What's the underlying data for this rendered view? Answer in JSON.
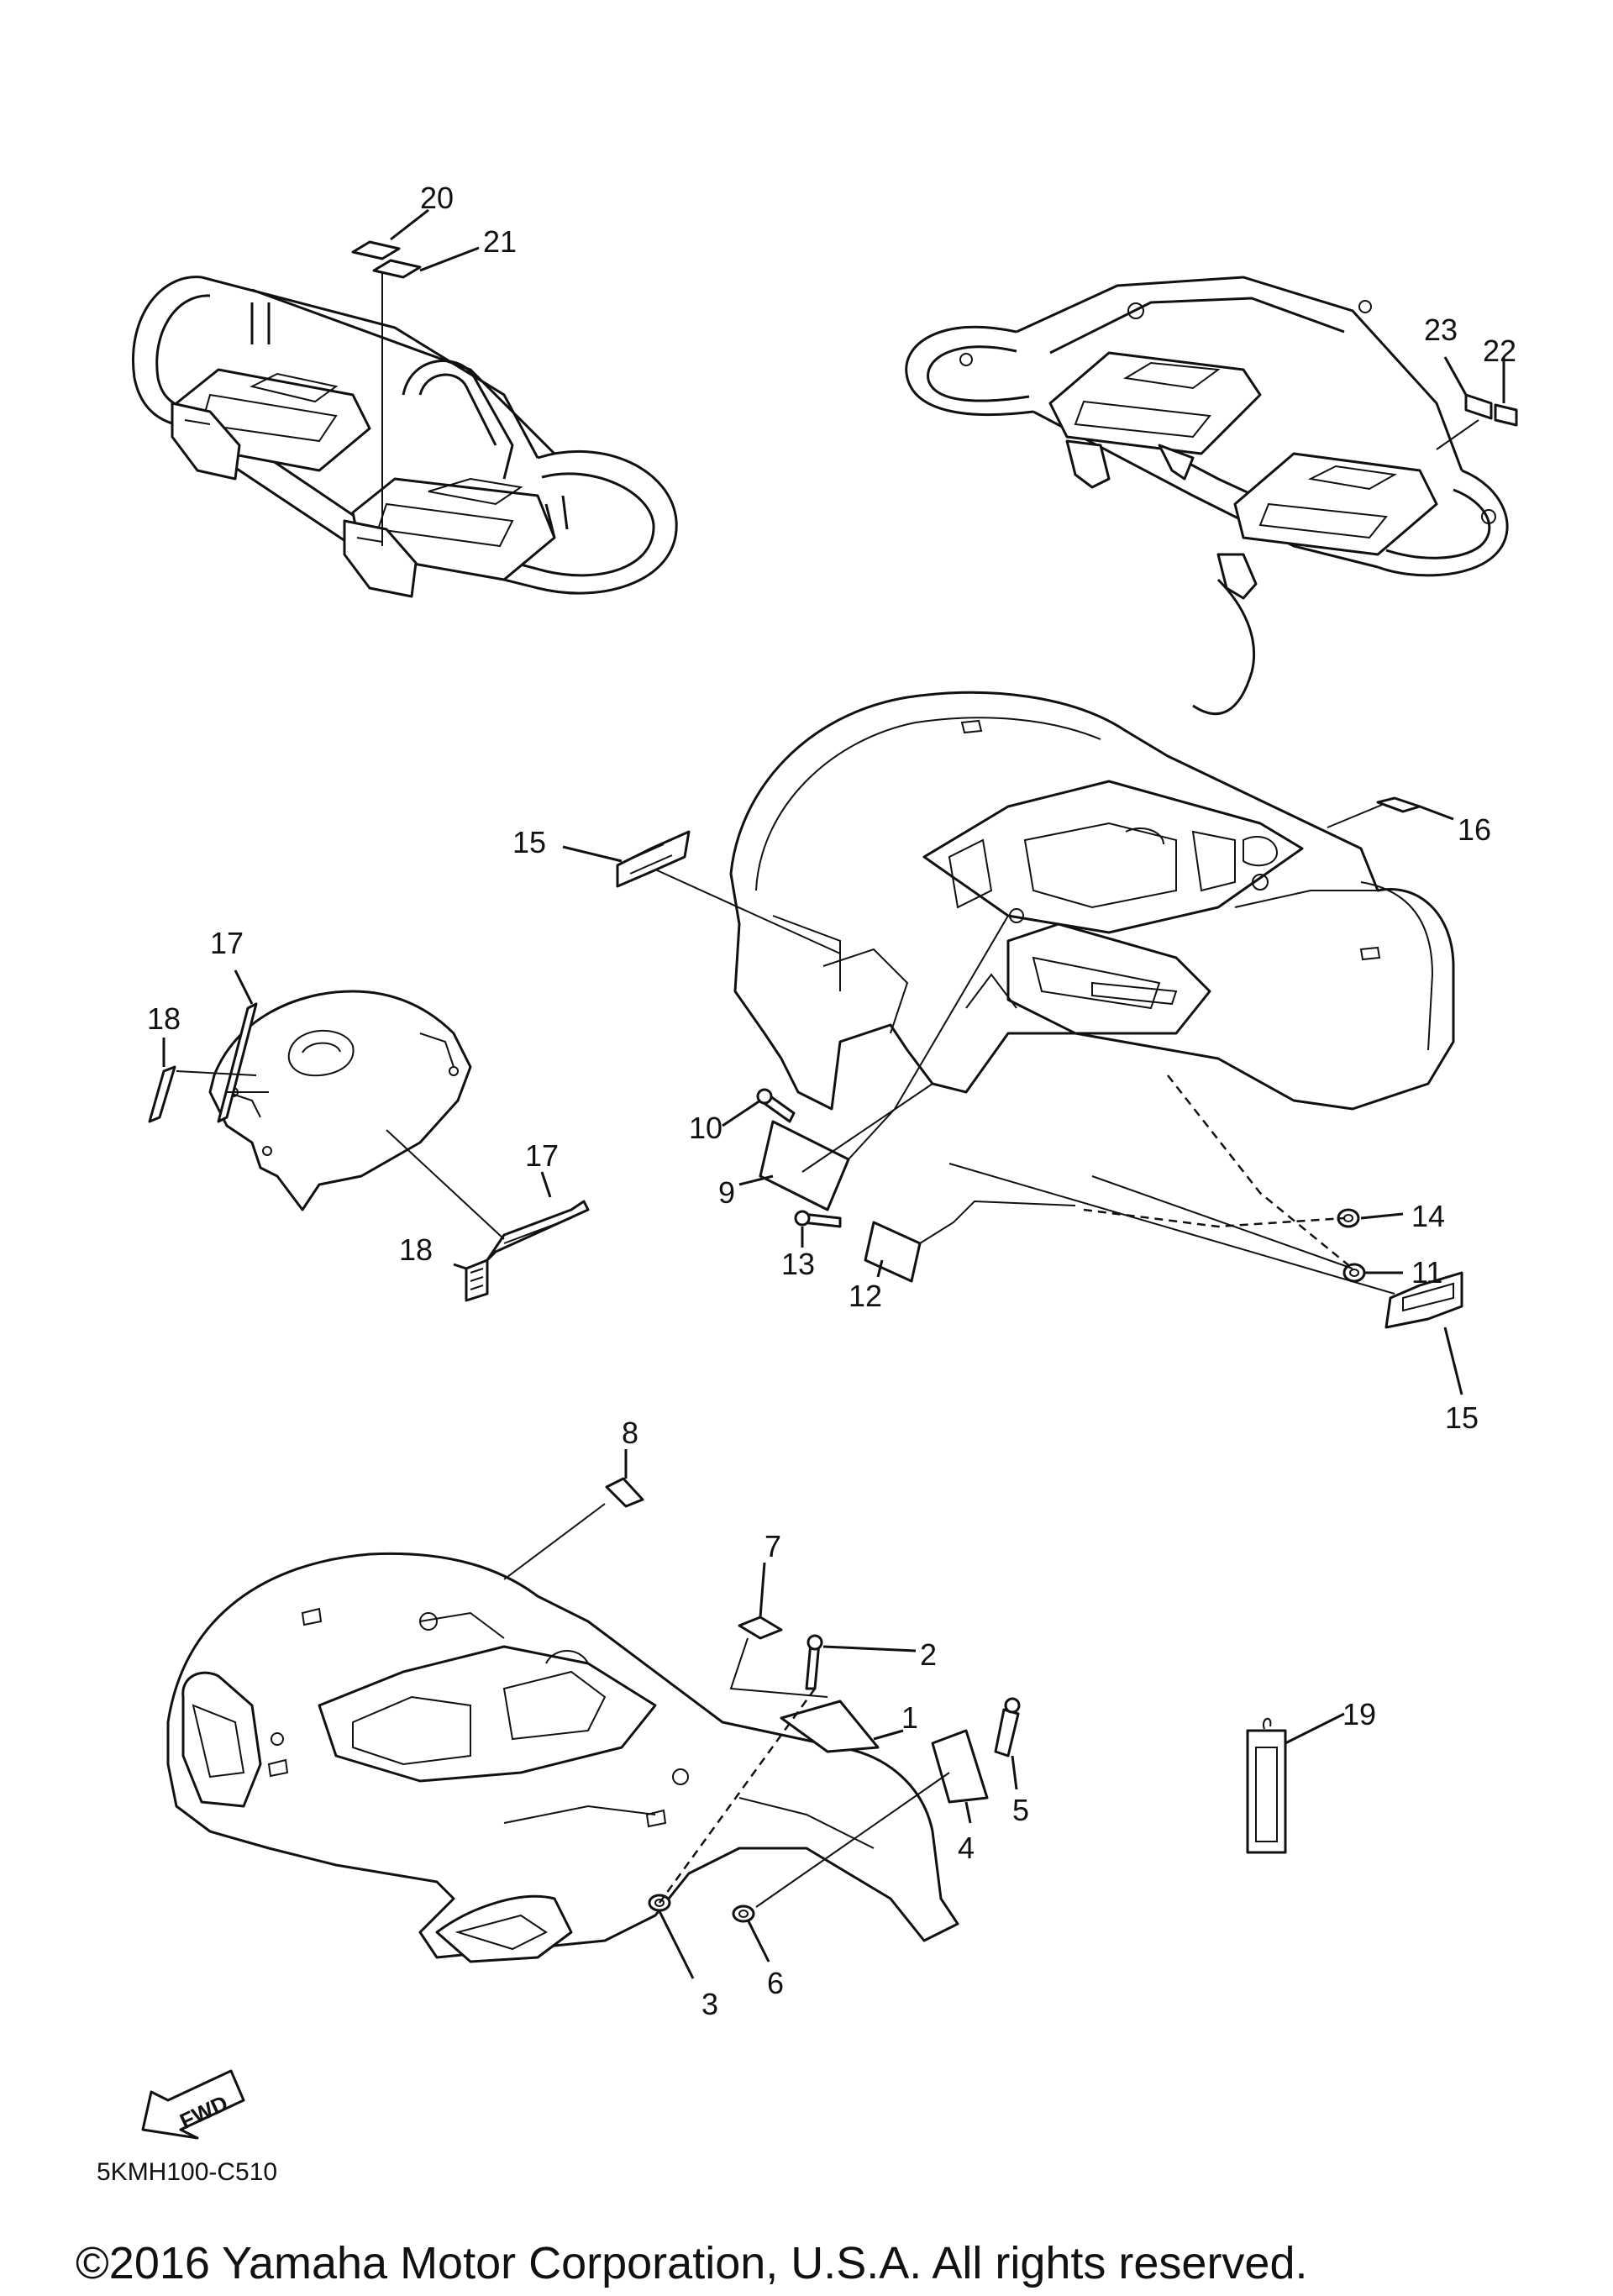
{
  "diagram_code": "5KMH100-C510",
  "copyright": "©2016 Yamaha Motor Corporation, U.S.A. All rights reserved.",
  "fwd_label": "FWD",
  "callouts": {
    "c1": "1",
    "c2": "2",
    "c3": "3",
    "c4": "4",
    "c5": "5",
    "c6": "6",
    "c7": "7",
    "c8": "8",
    "c9": "9",
    "c10": "10",
    "c11": "11",
    "c12": "12",
    "c13": "13",
    "c14": "14",
    "c15a": "15",
    "c15b": "15",
    "c16": "16",
    "c17a": "17",
    "c17b": "17",
    "c18a": "18",
    "c18b": "18",
    "c19": "19",
    "c20": "20",
    "c21": "21",
    "c22": "22",
    "c23": "23"
  }
}
